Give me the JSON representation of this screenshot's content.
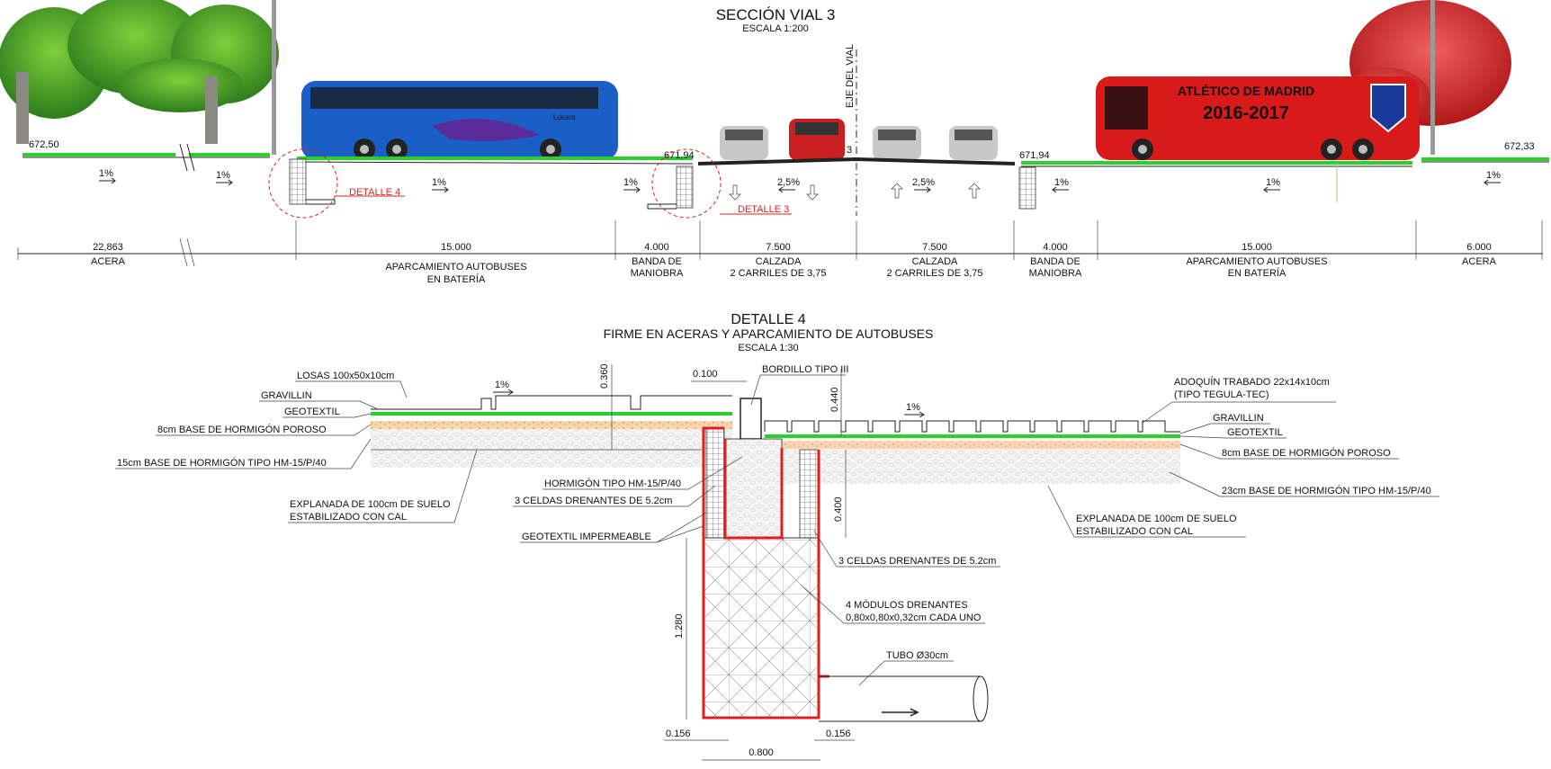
{
  "section": {
    "title": "SECCIÓN VIAL 3",
    "scale": "ESCALA 1:200",
    "axis_label": "EJE DEL VIAL",
    "axis_number": "3",
    "elevations": {
      "left": "672,50",
      "center_left": "671,94",
      "center_right": "671,94",
      "right": "672,33"
    },
    "slopes": {
      "s1": "1%",
      "s2": "1%",
      "s3": "1%",
      "s4": "1%",
      "s5": "2,5%",
      "s6": "2,5%",
      "s7": "1%",
      "s8": "1%",
      "s9": "1%"
    },
    "callouts": {
      "detalle4": "DETALLE 4",
      "detalle3": "DETALLE 3"
    },
    "bus_left_logo": "Lucaro",
    "bus_right_text1": "ATLÉTICO DE MADRID",
    "bus_right_text2": "2016-2017",
    "dims": [
      {
        "value": "22,863",
        "label1": "ACERA",
        "label2": ""
      },
      {
        "value": "15.000",
        "label1": "APARCAMIENTO AUTOBUSES",
        "label2": "EN BATERÍA"
      },
      {
        "value": "4.000",
        "label1": "BANDA DE",
        "label2": "MANIOBRA"
      },
      {
        "value": "7.500",
        "label1": "CALZADA",
        "label2": "2 CARRILES DE 3,75"
      },
      {
        "value": "7.500",
        "label1": "CALZADA",
        "label2": "2 CARRILES DE 3,75"
      },
      {
        "value": "4.000",
        "label1": "BANDA DE",
        "label2": "MANIOBRA"
      },
      {
        "value": "15.000",
        "label1": "APARCAMIENTO AUTOBUSES",
        "label2": "EN BATERÍA"
      },
      {
        "value": "6.000",
        "label1": "ACERA",
        "label2": ""
      }
    ]
  },
  "detail": {
    "title": "DETALLE 4",
    "subtitle": "FIRME EN ACERAS Y APARCAMIENTO DE AUTOBUSES",
    "scale": "ESCALA 1:30",
    "left_labels": {
      "losas": "LOSAS 100x50x10cm",
      "gravillin": "GRAVILLIN",
      "geotextil": "GEOTEXTIL",
      "base_poroso": "8cm BASE DE HORMIGÓN POROSO",
      "base_hm": "15cm BASE DE HORMIGÓN TIPO HM-15/P/40",
      "explanada1": "EXPLANADA DE 100cm DE SUELO",
      "explanada2": "ESTABILIZADO CON CAL"
    },
    "center_labels": {
      "hormigon": "HORMIGÓN TIPO HM-15/P/40",
      "celdas_left": "3 CELDAS DRENANTES DE 5.2cm",
      "geotextil_imp": "GEOTEXTIL IMPERMEABLE",
      "bordillo": "BORDILLO TIPO III",
      "celdas_right": "3 CELDAS DRENANTES DE 5.2cm",
      "modulos1": "4 MÓDULOS DRENANTES",
      "modulos2": "0,80x0,80x0,32cm CADA UNO",
      "tubo": "TUBO Ø30cm"
    },
    "right_labels": {
      "adoquin1": "ADOQUÍN TRABADO 22x14x10cm",
      "adoquin2": "(TIPO TEGULA-TEC)",
      "gravillin": "GRAVILLIN",
      "geotextil": "GEOTEXTIL",
      "base_poroso": "8cm BASE DE HORMIGÓN POROSO",
      "base_hm": "23cm BASE DE HORMIGÓN TIPO HM-15/P/40",
      "explanada1": "EXPLANADA DE 100cm DE SUELO",
      "explanada2": "ESTABILIZADO CON CAL"
    },
    "slope": "1%",
    "dims": {
      "d0360": "0.360",
      "d0100": "0.100",
      "d0440": "0.440",
      "d0400": "0.400",
      "d1280": "1.280",
      "d0156a": "0.156",
      "d0156b": "0.156",
      "d0800": "0.800"
    }
  },
  "colors": {
    "red": "#e02020",
    "green": "#2bd12b",
    "blue_bus": "#1a5fc8",
    "red_bus": "#d81a1a"
  }
}
